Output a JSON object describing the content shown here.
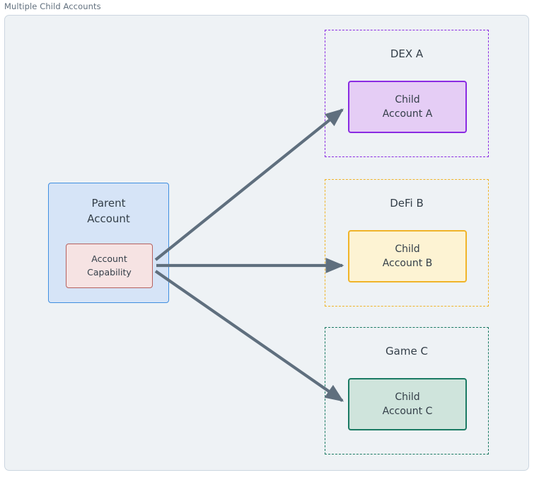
{
  "frame": {
    "title": "Multiple Child Accounts"
  },
  "colors": {
    "canvas_background": "#eef2f5",
    "frame_border": "#ccd6e0",
    "text": "#333e48",
    "title_text": "#62707e",
    "arrow": "#5f6f7e",
    "parent_fill": "#d6e4f7",
    "parent_border": "#3f8ee0",
    "capability_fill": "#f6e3e3",
    "capability_border": "#b5615f",
    "dex_a_accent": "#8a2be2",
    "dex_a_fill": "#e5cdf5",
    "defi_b_accent": "#f0b429",
    "defi_b_fill": "#fdf3d3",
    "game_c_accent": "#1a7a63",
    "game_c_fill": "#cfe4dc"
  },
  "parent": {
    "title_line1": "Parent",
    "title_line2": "Account",
    "capability": {
      "line1": "Account",
      "line2": "Capability"
    }
  },
  "clusters": [
    {
      "id": "dex-a",
      "label": "DEX A",
      "child": {
        "line1": "Child",
        "line2": "Account A"
      }
    },
    {
      "id": "defi-b",
      "label": "DeFi B",
      "child": {
        "line1": "Child",
        "line2": "Account B"
      }
    },
    {
      "id": "game-c",
      "label": "Game C",
      "child": {
        "line1": "Child",
        "line2": "Account C"
      }
    }
  ],
  "edges": [
    {
      "id": "edge-capability-to-child-a",
      "from": "account-capability",
      "to": "child-account-a",
      "style": "solid-arrow"
    },
    {
      "id": "edge-capability-to-child-b",
      "from": "account-capability",
      "to": "child-account-b",
      "style": "solid-arrow"
    },
    {
      "id": "edge-capability-to-child-c",
      "from": "account-capability",
      "to": "child-account-c",
      "style": "solid-arrow"
    }
  ]
}
